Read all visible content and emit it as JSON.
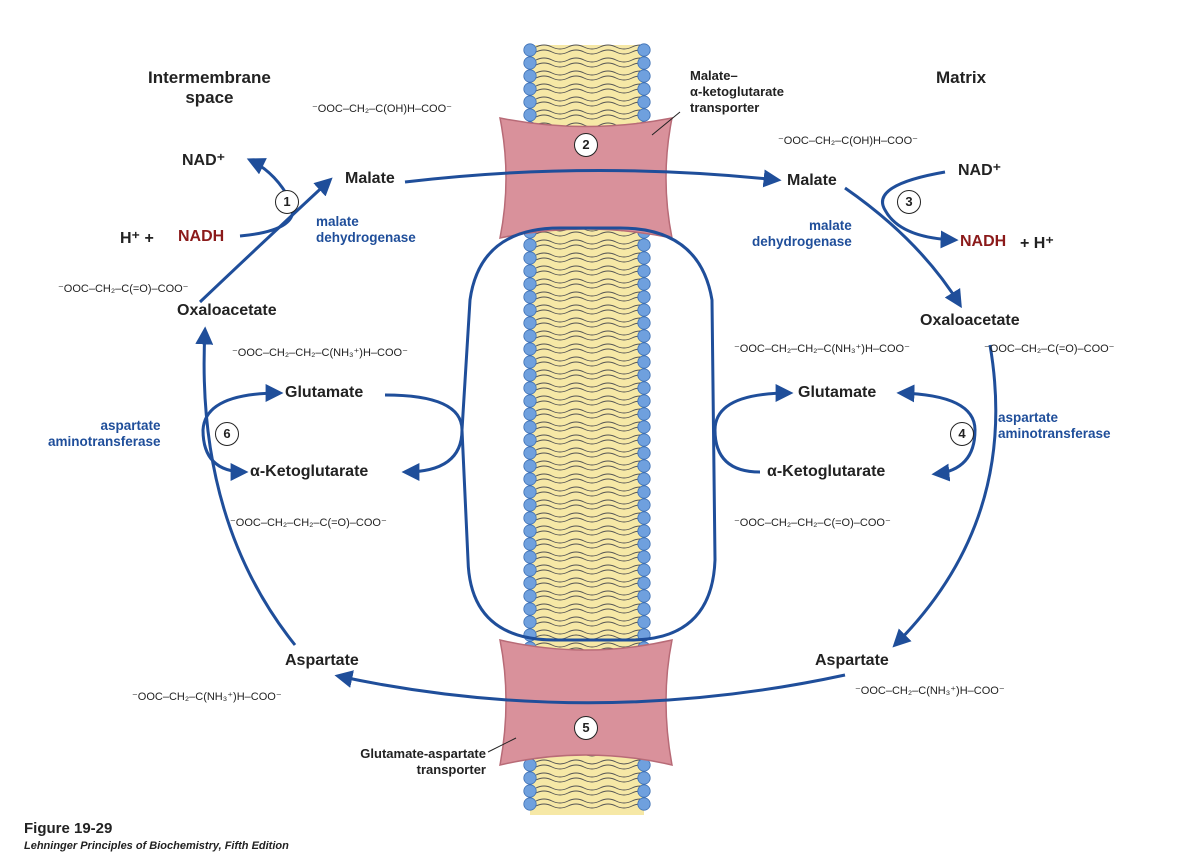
{
  "headers": {
    "left": "Intermembrane\nspace",
    "right": "Matrix"
  },
  "molecules": {
    "malate_l": "Malate",
    "malate_r": "Malate",
    "oxaloacetate_l": "Oxaloacetate",
    "oxaloacetate_r": "Oxaloacetate",
    "glutamate_l": "Glutamate",
    "glutamate_r": "Glutamate",
    "akg_l": "α-Ketoglutarate",
    "akg_r": "α-Ketoglutarate",
    "aspartate_l": "Aspartate",
    "aspartate_r": "Aspartate"
  },
  "cofactors": {
    "nad_l": "NAD⁺",
    "nad_r": "NAD⁺",
    "h_l": "H⁺ +",
    "nadh_l": "NADH",
    "nadh_r": "NADH",
    "h_r": "+ H⁺"
  },
  "enzymes": {
    "mdh_l": "malate\ndehydrogenase",
    "mdh_r": "malate\ndehydrogenase",
    "ast_l": "aspartate\naminotransferase",
    "ast_r": "aspartate\naminotransferase"
  },
  "transporters": {
    "top": "Malate–\nα-ketoglutarate\ntransporter",
    "bottom": "Glutamate-aspartate\ntransporter"
  },
  "steps": [
    "1",
    "2",
    "3",
    "4",
    "5",
    "6"
  ],
  "formulas": {
    "malate_l": "⁻OOC–CH₂–C(OH)H–COO⁻",
    "malate_r": "⁻OOC–CH₂–C(OH)H–COO⁻",
    "oxaloacetate_l": "⁻OOC–CH₂–C(=O)–COO⁻",
    "oxaloacetate_r": "⁻OOC–CH₂–C(=O)–COO⁻",
    "glutamate_l": "⁻OOC–CH₂–CH₂–C(NH₃⁺)H–COO⁻",
    "glutamate_r": "⁻OOC–CH₂–CH₂–C(NH₃⁺)H–COO⁻",
    "akg_l": "⁻OOC–CH₂–CH₂–C(=O)–COO⁻",
    "akg_r": "⁻OOC–CH₂–CH₂–C(=O)–COO⁻",
    "aspartate_l": "⁻OOC–CH₂–C(NH₃⁺)H–COO⁻",
    "aspartate_r": "⁻OOC–CH₂–C(NH₃⁺)H–COO⁻"
  },
  "caption": {
    "figure": "Figure 19-29",
    "source": "Lehninger Principles of Biochemistry, Fifth Edition"
  },
  "colors": {
    "arrow": "#1f4e9a",
    "enzyme_text": "#1f4e9a",
    "nadh": "#8b1a1a",
    "transporter_fill": "#d9919b",
    "transporter_stroke": "#b86b77",
    "membrane_core": "#f6e8a6",
    "lipid_head": "#6fa0de",
    "lipid_head_stroke": "#3d6fb3"
  }
}
